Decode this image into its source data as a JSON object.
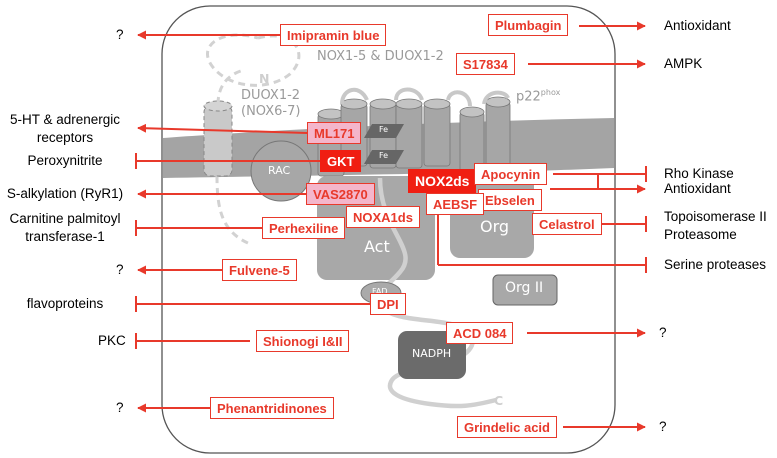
{
  "colors": {
    "arrow": "#e8392b",
    "membrane": "#9e9e9e",
    "domain": "#aaaaaa",
    "nadph": "#6e6e6e",
    "pink_fill": "#f4b6cb",
    "solid_fill": "#f01e12"
  },
  "protein_labels": {
    "nox_duox": "NOX1-5 & DUOX1-2",
    "duox_line1": "DUOX1-2",
    "duox_line2": "(NOX6-7)",
    "n_term": "N",
    "c_term": "C",
    "p22": "p22",
    "p22_sup": "phox",
    "rac": "RAC",
    "fe_top": "Fe",
    "fe_bottom": "Fe",
    "act": "Act",
    "org": "Org",
    "org2": "Org II",
    "fad": "FAD",
    "nadph": "NADPH"
  },
  "inhibitors": {
    "imipramin_blue": "Imipramin blue",
    "plumbagin": "Plumbagin",
    "s17834": "S17834",
    "ml171": "ML171",
    "gkt": "GKT",
    "vas2870": "VAS2870",
    "nox2ds": "NOX2ds",
    "apocynin": "Apocynin",
    "ebselen": "Ebselen",
    "aebsf": "AEBSF",
    "noxa1ds": "NOXA1ds",
    "perhexiline": "Perhexiline",
    "celastrol": "Celastrol",
    "fulvene5": "Fulvene-5",
    "dpi": "DPI",
    "acd084": "ACD 084",
    "shionogi": "Shionogi I&II",
    "phenantridinones": "Phenantridinones",
    "grindelic_acid": "Grindelic acid"
  },
  "off_targets_left": {
    "q1": "?",
    "ht_line1": "5-HT & adrenergic",
    "ht_line2": "receptors",
    "peroxynitrite": "Peroxynitrite",
    "s_alkylation": "S-alkylation (RyR1)",
    "carnitine_line1": "Carnitine palmitoyl",
    "carnitine_line2": "transferase-1",
    "q2": "?",
    "flavoproteins": "flavoproteins",
    "pkc": "PKC",
    "q3": "?"
  },
  "off_targets_right": {
    "antioxidant1": "Antioxidant",
    "ampk": "AMPK",
    "rho_kinase": "Rho Kinase",
    "antioxidant2": "Antioxidant",
    "topo_line1": "Topoisomerase II",
    "topo_line2": "Proteasome",
    "serine_proteases": "Serine proteases",
    "q4": "?",
    "q5": "?"
  }
}
